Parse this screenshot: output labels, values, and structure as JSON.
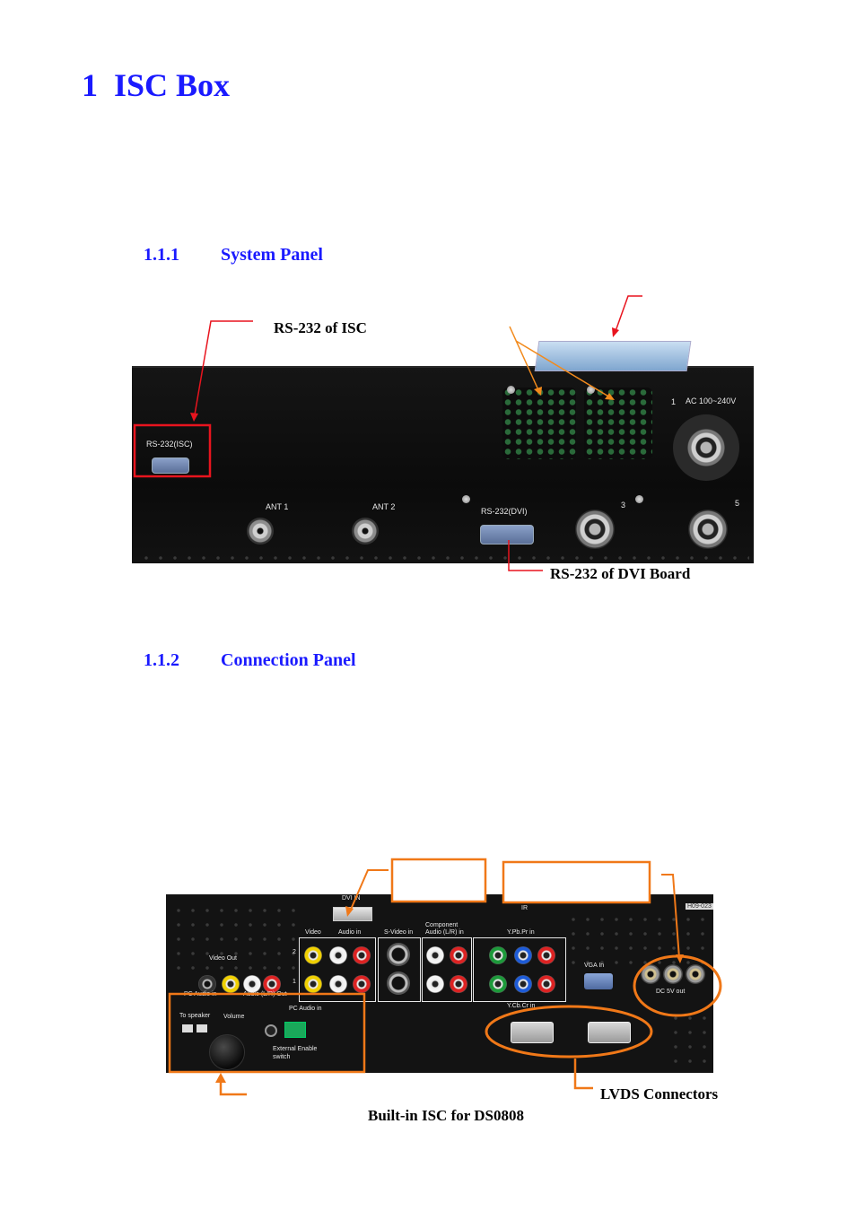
{
  "chapter": {
    "number": "1",
    "title": "ISC Box"
  },
  "sections": [
    {
      "number": "1.1.1",
      "title": "System Panel"
    },
    {
      "number": "1.1.2",
      "title": "Connection Panel"
    }
  ],
  "system_panel": {
    "callouts": {
      "rs232_isc": "RS-232 of ISC",
      "rs232_dvi": "RS-232 of DVI Board"
    },
    "labels": {
      "rs232_isc_port": "RS-232(ISC)",
      "ant1": "ANT 1",
      "ant2": "ANT 2",
      "rs232_dvi_port": "RS-232(DVI)",
      "ac_input": "AC 100~240V",
      "warn_1": "1",
      "warn_3": "3",
      "warn_5": "5"
    },
    "colors": {
      "red_callout": "#e8141e",
      "orange_callout": "#f28a1c"
    }
  },
  "connection_panel": {
    "callouts": {
      "lvds": "LVDS Connectors"
    },
    "caption": "Built-in ISC for DS0808",
    "labels": {
      "dvi_in": "DVI    IN",
      "ir": "IR",
      "video": "Video",
      "audio_in": "Audio in",
      "svideo_in": "S-Video in",
      "component_audio": "Component Audio (L/R) in",
      "ypbpr_in": "Y.Pb.Pr in",
      "ycbcr_in": "Y.Cb.Cr in",
      "video_out": "Video Out",
      "vga_in": "VGA In",
      "dc5v_out": "DC 5V out",
      "pc_audio_in_left": "PC Audio in",
      "audio_lr_out": "Audio (L/R) Out",
      "to_speaker": "To speaker",
      "volume": "Volume",
      "pc_audio_in": "PC Audio in",
      "ext_enable": "External Enable switch",
      "row2": "2",
      "row1": "1",
      "serial": "H09-023"
    },
    "colors": {
      "orange_callout": "#f07818"
    }
  }
}
